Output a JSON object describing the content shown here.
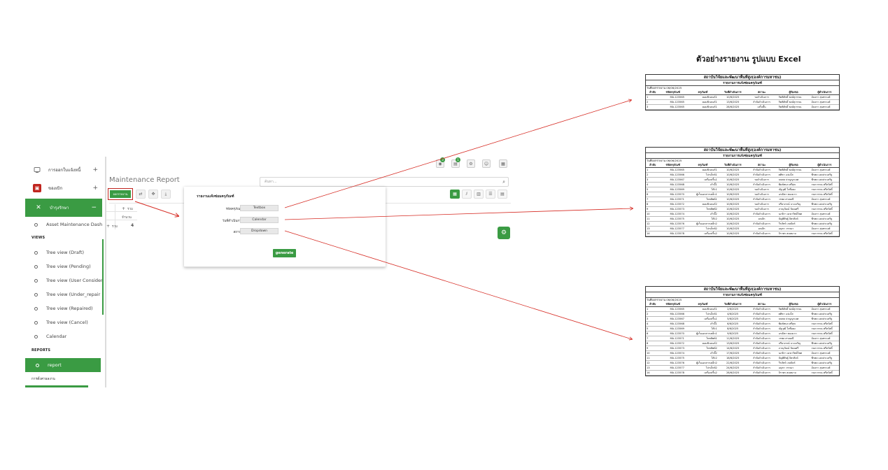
{
  "sidebar": {
    "items": [
      {
        "label": "การออกใบแจ้งหนี้",
        "icon": "invoice-icon"
      },
      {
        "label": "ของเบิก",
        "icon": "requisition-icon"
      },
      {
        "label": "บำรุงรักษา",
        "icon": "maintenance-icon"
      }
    ],
    "plus": "+",
    "minus": "−",
    "dashboard_label": "Asset Maintenance Dash",
    "views_heading": "VIEWS",
    "views": [
      "Tree view (Draft)",
      "Tree view (Pending)",
      "Tree view (User Consider",
      "Tree view (Under_repair",
      "Tree view (Repaired)",
      "Tree view (Cancel)",
      "Calendar"
    ],
    "reports_heading": "REPORTS",
    "reports": [
      "report"
    ],
    "settings_heading": "การตั้งค่าผลงาน"
  },
  "main": {
    "title": "Maintenance Report",
    "search_placeholder": "ค้นหา...",
    "report_button": "ออกรายงาน",
    "top_badges": [
      "3",
      "1"
    ],
    "pivot": {
      "total_label": "รวม",
      "count_label": "จำนวน",
      "total_value": "4"
    }
  },
  "dialog": {
    "title": "รายงานแจ้งซ่อมครุภัณฑ์",
    "fields": [
      {
        "label": "รหัสครุภัณฑ์",
        "widget": "Textbox"
      },
      {
        "label": "วันที่ดำเนินการ",
        "widget": "Calendar"
      },
      {
        "label": "สถานะ",
        "widget": "Dropdown"
      }
    ],
    "generate_label": "generate"
  },
  "excel": {
    "heading": "ตัวอย่างรายงาน รูปแบบ Excel",
    "org": "สถาบันวิจัยและพัฒนาพื้นที่สูง(องค์การมหาชน)",
    "report_title": "รายงานการแจ้งซ่อมครุภัณฑ์",
    "date_line": "วันที่ออกรายงาน 06/06/2025",
    "columns": [
      "ลำดับ",
      "รหัสครุภัณฑ์",
      "ครุภัณฑ์",
      "วันที่ดำเนินการ",
      "สถานะ",
      "ผู้ร้องขอ",
      "ผู้ดำเนินการ"
    ],
    "sheets": [
      {
        "rows": [
          [
            "1",
            "MA-123565",
            "คอมพิวเตอร์1",
            "10/6/2025",
            "รอดำเนินการ",
            "กิตติศักดิ์ พงษ์สุวรรณ",
            "อ้นจรา สุนทรวงศ์"
          ],
          [
            "2",
            "MA-123565",
            "คอมพิวเตอร์1",
            "13/6/2025",
            "กำลังดำเนินการ",
            "กิตติศักดิ์ พงษ์สุวรรณ",
            "อ้นจรา สุนทรวงศ์"
          ],
          [
            "3",
            "MA-123565",
            "คอมพิวเตอร์1",
            "28/6/2025",
            "เสร็จสิ้น",
            "กิตติศักดิ์ พงษ์สุวรรณ",
            "อ้นจรา สุนทรวงศ์"
          ]
        ]
      },
      {
        "rows": [
          [
            "1",
            "MA-123565",
            "คอมพิวเตอร์1",
            "10/6/2025",
            "กำลังดำเนินการ",
            "กิตติศักดิ์ พงษ์สุวรรณ",
            "อ้นจรา สุนทรวงศ์"
          ],
          [
            "2",
            "MA-123566",
            "โปรเจ็กต์1",
            "10/6/2025",
            "กำลังดำเนินการ",
            "ศศิชา แจ่มใส",
            "พีรพล แสงประเสริฐ"
          ],
          [
            "3",
            "MA-123567",
            "เครื่องปริ้น1",
            "10/6/2025",
            "รอดำเนินการ",
            "ธนพล ปาญญาเลศ",
            "พีรพล แสงประเสริฐ"
          ],
          [
            "4",
            "MA-123568",
            "เก้าอี้1",
            "10/6/2025",
            "กำลังดำเนินการ",
            "พิมพ์ชนก ศรีสุข",
            "กนกวรรณ ศรีสวัสดิ์"
          ],
          [
            "5",
            "MA-123569",
            "โต๊ะ1",
            "10/6/2025",
            "รอดำเนินการ",
            "ณัฐวุฒิ ใจซื่อยง",
            "กนกวรรณ ศรีสวัสดิ์"
          ],
          [
            "6",
            "MA-123570",
            "ตู้เก็บเอกสารเหล็ก1",
            "10/6/2025",
            "รอดำเนินการ",
            "อรณิชา ทองมาก",
            "กนกวรรณ ศรีสวัสดิ์"
          ],
          [
            "7",
            "MA-123571",
            "โทรศัพท์1",
            "10/6/2025",
            "กำลังดำเนินการ",
            "วรพล สายมณี",
            "อ้นจรา สุนทรวงศ์"
          ],
          [
            "8",
            "MA-123572",
            "คอมพิวเตอร์2",
            "10/6/2025",
            "รอดำเนินการ",
            "ปรียาภรณ์ บางเจริญ",
            "พีรพล แสงประเสริฐ"
          ],
          [
            "9",
            "MA-123573",
            "โทรศัพท์2",
            "10/6/2025",
            "รอดำเนินการ",
            "ภาณุวัฒน์ วัฒนศรี",
            "กนกวรรณ ศรีสวัสดิ์"
          ],
          [
            "10",
            "MA-123574",
            "เก้าอี้2",
            "10/6/2025",
            "กำลังดำเนินการ",
            "นภธิรา เมฆาวิทย์ไพศ",
            "อ้นจรา สุนทรวงศ์"
          ],
          [
            "11",
            "MA-123575",
            "โต๊ะ2",
            "10/6/2025",
            "ยกเลิก",
            "ธัญพิสิษฐ์ จิตรสิงห์",
            "พีรพล แสงประเสริฐ"
          ],
          [
            "12",
            "MA-123576",
            "ตู้เก็บเอกสารเหล็ก2",
            "10/6/2025",
            "กำลังดำเนินการ",
            "วีรภัทร์ เกษจิตร์",
            "พีรพล แสงประเสริฐ"
          ],
          [
            "13",
            "MA-123577",
            "โปรเจ็กต์2",
            "10/6/2025",
            "ยกเลิก",
            "อนุชา วรรณา",
            "อ้นจรา สุนทรวงศ์"
          ],
          [
            "14",
            "MA-123578",
            "เครื่องปริ้น2",
            "10/6/2025",
            "กำลังดำเนินการ",
            "จิราพร สมหมาย",
            "กนกวรรณ ศรีสวัสดิ์"
          ]
        ]
      },
      {
        "rows": [
          [
            "1",
            "MA-123565",
            "คอมพิวเตอร์1",
            "2/6/2025",
            "กำลังดำเนินการ",
            "กิตติศักดิ์ พงษ์สุวรรณ",
            "อ้นจรา สุนทรวงศ์"
          ],
          [
            "2",
            "MA-123566",
            "โปรเจ็กต์1",
            "4/6/2025",
            "กำลังดำเนินการ",
            "ศศิชา แจ่มใส",
            "พีรพล แสงประเสริฐ"
          ],
          [
            "3",
            "MA-123567",
            "เครื่องปริ้น1",
            "5/6/2025",
            "กำลังดำเนินการ",
            "ธนพล ปาญญาเลศ",
            "พีรพล แสงประเสริฐ"
          ],
          [
            "4",
            "MA-123568",
            "เก้าอี้1",
            "6/6/2025",
            "กำลังดำเนินการ",
            "พิมพ์ชนก ศรีสุข",
            "กนกวรรณ ศรีสวัสดิ์"
          ],
          [
            "5",
            "MA-123569",
            "โต๊ะ1",
            "8/6/2025",
            "กำลังดำเนินการ",
            "ณัฐวุฒิ ใจซื่อยง",
            "กนกวรรณ ศรีสวัสดิ์"
          ],
          [
            "6",
            "MA-123570",
            "ตู้เก็บเอกสารเหล็ก1",
            "9/6/2025",
            "กำลังดำเนินการ",
            "อรณิชา ทองมาก",
            "กนกวรรณ ศรีสวัสดิ์"
          ],
          [
            "7",
            "MA-123571",
            "โทรศัพท์1",
            "11/6/2025",
            "กำลังดำเนินการ",
            "วรพล สายมณี",
            "อ้นจรา สุนทรวงศ์"
          ],
          [
            "8",
            "MA-123572",
            "คอมพิวเตอร์2",
            "13/6/2025",
            "กำลังดำเนินการ",
            "ปรียาภรณ์ บางเจริญ",
            "พีรพล แสงประเสริฐ"
          ],
          [
            "9",
            "MA-123573",
            "โทรศัพท์2",
            "14/6/2025",
            "กำลังดำเนินการ",
            "ภาณุวัฒน์ วัฒนศรี",
            "กนกวรรณ ศรีสวัสดิ์"
          ],
          [
            "10",
            "MA-123574",
            "เก้าอี้2",
            "17/6/2025",
            "กำลังดำเนินการ",
            "นภธิรา เมฆาวิทย์ไพศ",
            "อ้นจรา สุนทรวงศ์"
          ],
          [
            "11",
            "MA-123575",
            "โต๊ะ2",
            "18/6/2025",
            "กำลังดำเนินการ",
            "ธัญพิสิษฐ์ จิตรสิงห์",
            "พีรพล แสงประเสริฐ"
          ],
          [
            "12",
            "MA-123576",
            "ตู้เก็บเอกสารเหล็ก2",
            "22/6/2025",
            "กำลังดำเนินการ",
            "วีรภัทร์ เกษจิตร์",
            "พีรพล แสงประเสริฐ"
          ],
          [
            "13",
            "MA-123577",
            "โปรเจ็กต์2",
            "24/6/2025",
            "กำลังดำเนินการ",
            "อนุชา วรรณา",
            "อ้นจรา สุนทรวงศ์"
          ],
          [
            "14",
            "MA-123578",
            "เครื่องปริ้น2",
            "28/6/2025",
            "กำลังดำเนินการ",
            "จิราพร สมหมาย",
            "กนกวรรณ ศรีสวัสดิ์"
          ]
        ]
      }
    ]
  },
  "colors": {
    "accent_green": "#3a9b43",
    "arrow_red": "#d62a22",
    "highlight_red": "#c0251f"
  }
}
